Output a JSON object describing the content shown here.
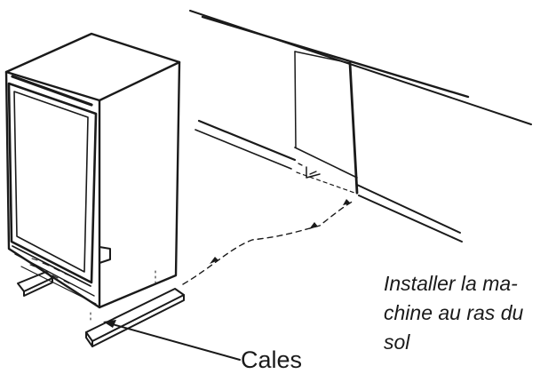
{
  "labels": {
    "shims": "Cales",
    "instruction_lines": [
      "Installer la ma-",
      "chine au ras du",
      "sol"
    ]
  },
  "colors": {
    "ink": "#1a1a1a",
    "background": "#ffffff"
  }
}
